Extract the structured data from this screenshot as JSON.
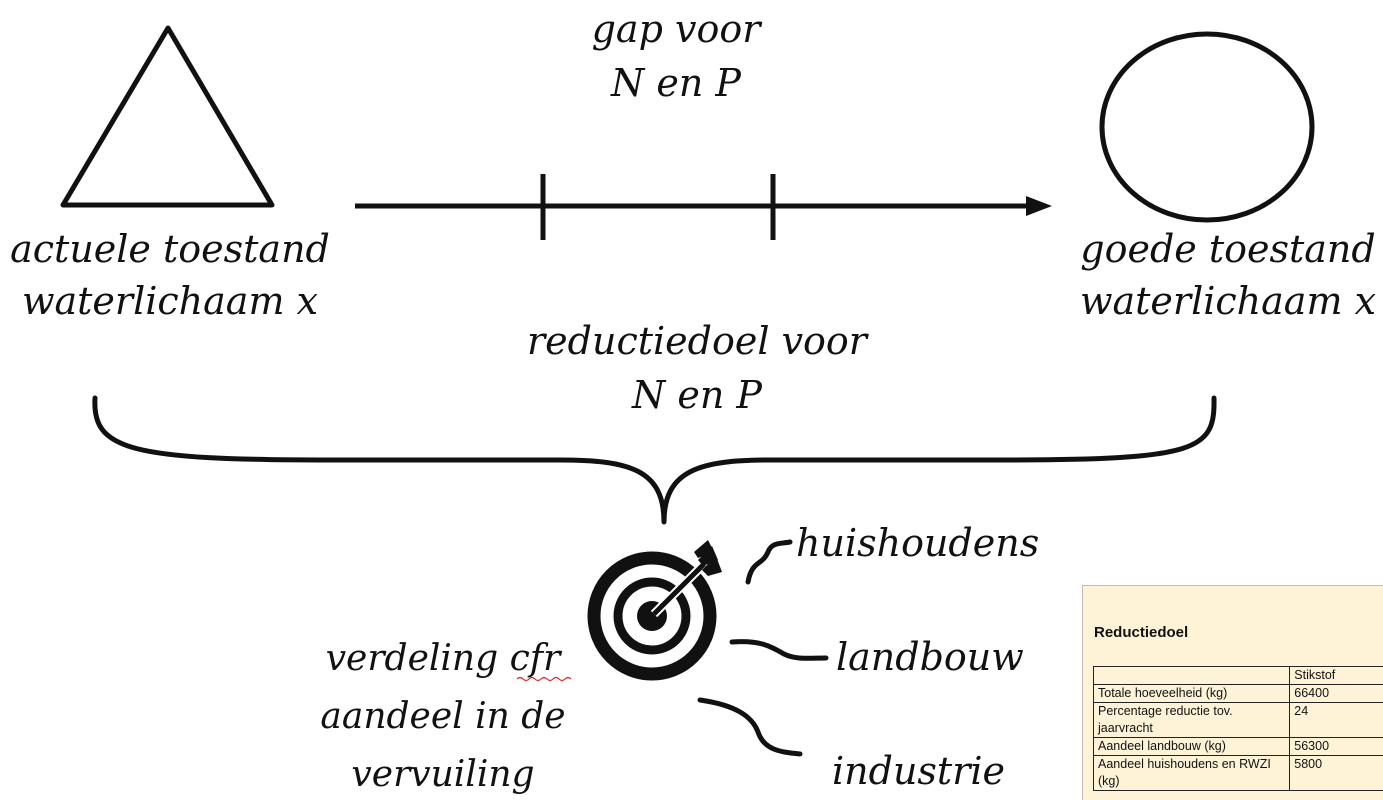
{
  "left_state": {
    "line1": "actuele toestand",
    "line2": "waterlichaam x"
  },
  "right_state": {
    "line1": "goede toestand",
    "line2": "waterlichaam x"
  },
  "gap_label": {
    "line1": "gap voor",
    "line2": "N en P"
  },
  "reduction_label": {
    "line1": "reductiedoel voor",
    "line2": "N en P"
  },
  "distribution_label": {
    "line1": "verdeling cfr",
    "line2": "aandeel in de",
    "line3": "vervuiling"
  },
  "sectors": {
    "households": "huishoudens",
    "agriculture": "landbouw",
    "industry": "industrie"
  },
  "table": {
    "title": "Reductiedoel",
    "header": [
      "",
      "Stikstof"
    ],
    "rows": [
      [
        "Totale hoeveelheid (kg)",
        "66400"
      ],
      [
        "Percentage reductie tov. jaarvracht",
        "24"
      ],
      [
        "Aandeel landbouw (kg)",
        "56300"
      ],
      [
        "Aandeel huishoudens en RWZI (kg)",
        "5800"
      ]
    ]
  }
}
